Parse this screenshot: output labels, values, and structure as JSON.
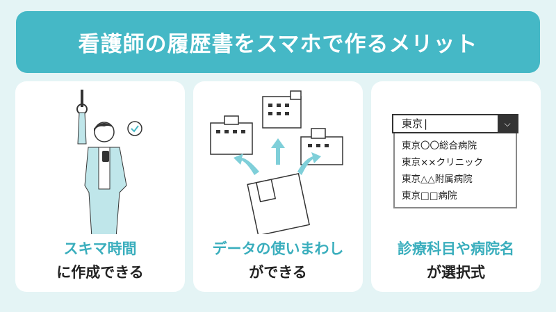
{
  "header": {
    "title": "看護師の履歴書をスマホで作るメリット"
  },
  "cards": [
    {
      "title": "スキマ時間",
      "subtitle": "に作成できる"
    },
    {
      "title": "データの使いまわし",
      "subtitle": "ができる"
    },
    {
      "title": "診療科目や病院名",
      "subtitle": "が選択式"
    }
  ],
  "dropdown": {
    "value": "東京",
    "options": [
      "東京〇〇総合病院",
      "東京××クリニック",
      "東京△△附属病院",
      "東京□□病院"
    ]
  },
  "colors": {
    "accent": "#45b8c6",
    "accent_text": "#3aaebd",
    "background": "#e4f4f5"
  }
}
